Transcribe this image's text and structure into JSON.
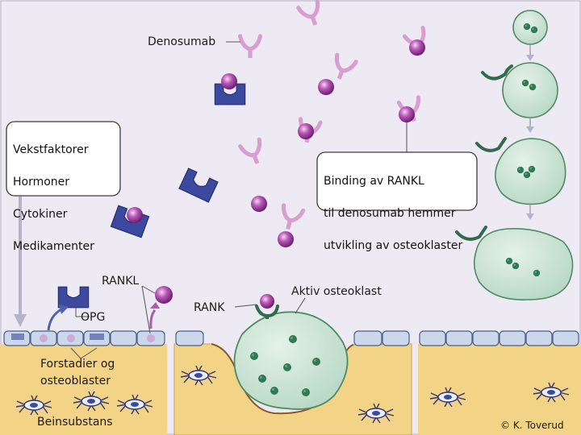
{
  "labels": {
    "denosumab": "Denosumab",
    "factors": [
      "Vekstfaktorer",
      "Hormoner",
      "Cytokiner",
      "Medikamenter"
    ],
    "binding": [
      "Binding av RANKL",
      "til denosumab hemmer",
      "utvikling av osteoklaster"
    ],
    "rankl": "RANKL",
    "opg": "OPG",
    "rank": "RANK",
    "active_osteoclast": "Aktiv osteoklast",
    "precursors": [
      "Forstadier og",
      "osteoblaster"
    ],
    "bone_matrix": "Beinsubstans",
    "copyright": "© K. Toverud"
  },
  "colors": {
    "background": "#eeeaf3",
    "bone": "#f3d486",
    "bone_edge": "#c7a452",
    "lining_cell": "#cbd8ec",
    "lining_edge": "#4a5f86",
    "opg": "#3b4a9e",
    "rankl_sphere": "#a446a6",
    "denosumab": "#d89ed0",
    "osteoclast": "#c6e0d0",
    "osteoclast_edge": "#4f8a65",
    "nucleus": "#2f7a55",
    "rank_receptor": "#2f6b4c",
    "arrow": "#b5b3cc"
  }
}
